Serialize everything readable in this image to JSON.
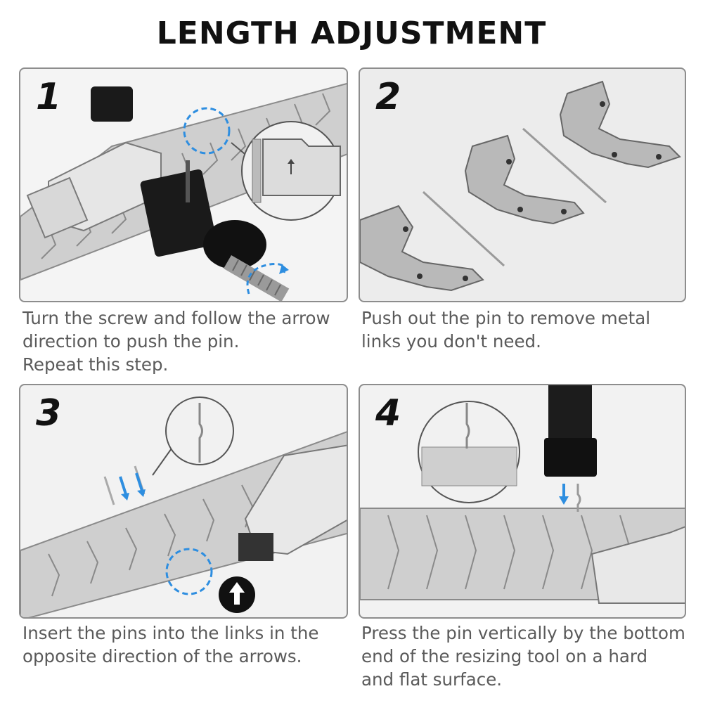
{
  "title": "LENGTH ADJUSTMENT",
  "steps": [
    {
      "number": "1",
      "caption": [
        "Turn the screw and follow the arrow",
        "direction to push the pin.",
        "Repeat this step."
      ]
    },
    {
      "number": "2",
      "caption": [
        "Push out the pin to remove metal",
        "links you don't need."
      ]
    },
    {
      "number": "3",
      "caption": [
        "Insert the pins into the links in the",
        "opposite direction of the arrows."
      ]
    },
    {
      "number": "4",
      "caption": [
        "Press the pin vertically by the bottom",
        "end of the resizing tool on a hard",
        "and flat surface."
      ]
    }
  ],
  "colors": {
    "accent": "#2e8ee0",
    "steel": "#c9c9c9",
    "tool": "#1a1a1a",
    "caption": "#5a5a5a"
  }
}
